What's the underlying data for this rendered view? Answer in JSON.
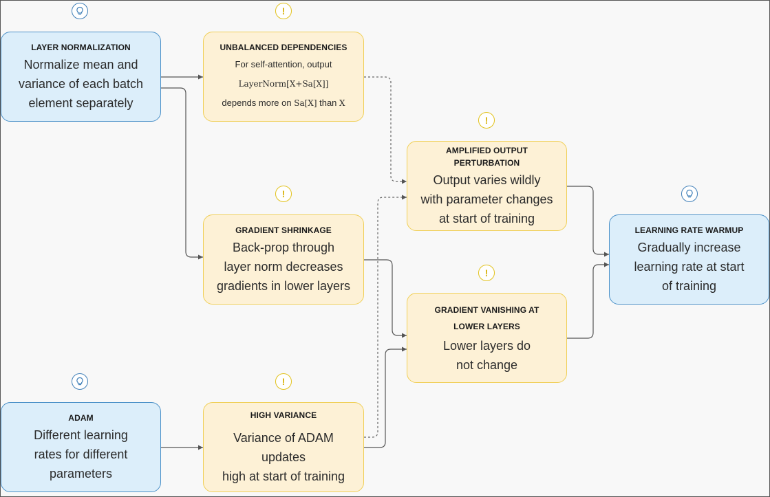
{
  "nodes": {
    "layer_norm": {
      "title": "LAYER NORMALIZATION",
      "lines": [
        "Normalize mean and",
        "variance of each batch",
        "element separately"
      ]
    },
    "unbalanced": {
      "title": "UNBALANCED DEPENDENCIES",
      "line1": "For self-attention, output",
      "formula": "LayerNorm[X+Sa[X]]",
      "line3_a": "depends more on ",
      "line3_b": "Sa[X]",
      "line3_c": " than ",
      "line3_d": "X"
    },
    "amplified": {
      "title": "AMPLIFIED OUTPUT PERTURBATION",
      "lines": [
        "Output varies wildly",
        "with parameter changes",
        "at start of training"
      ]
    },
    "gradient_shrinkage": {
      "title": "GRADIENT SHRINKAGE",
      "lines": [
        "Back-prop through",
        "layer norm decreases",
        "gradients in lower layers"
      ]
    },
    "gradient_vanishing": {
      "title_lines": [
        "GRADIENT VANISHING AT",
        "LOWER LAYERS"
      ],
      "lines": [
        "Lower layers do",
        "not change"
      ]
    },
    "warmup": {
      "title": "LEARNING RATE WARMUP",
      "lines": [
        "Gradually increase",
        "learning rate at start",
        "of training"
      ]
    },
    "adam": {
      "title": "ADAM",
      "lines": [
        "Different learning",
        "rates for different",
        "parameters"
      ]
    },
    "high_variance": {
      "title": "HIGH VARIANCE",
      "lines": [
        "Variance of ADAM updates",
        "high at start of training"
      ]
    }
  },
  "badges": {
    "warn_glyph": "!"
  },
  "colors": {
    "solution_fill": "#dceefa",
    "solution_border": "#4a90c8",
    "problem_fill": "#fdf1d6",
    "problem_border": "#f0cf56",
    "warn": "#e2c21c",
    "idea": "#3f7fb8",
    "arrow": "#555555"
  },
  "icons": {
    "solution": "lightbulb-icon",
    "problem": "exclamation-icon"
  }
}
